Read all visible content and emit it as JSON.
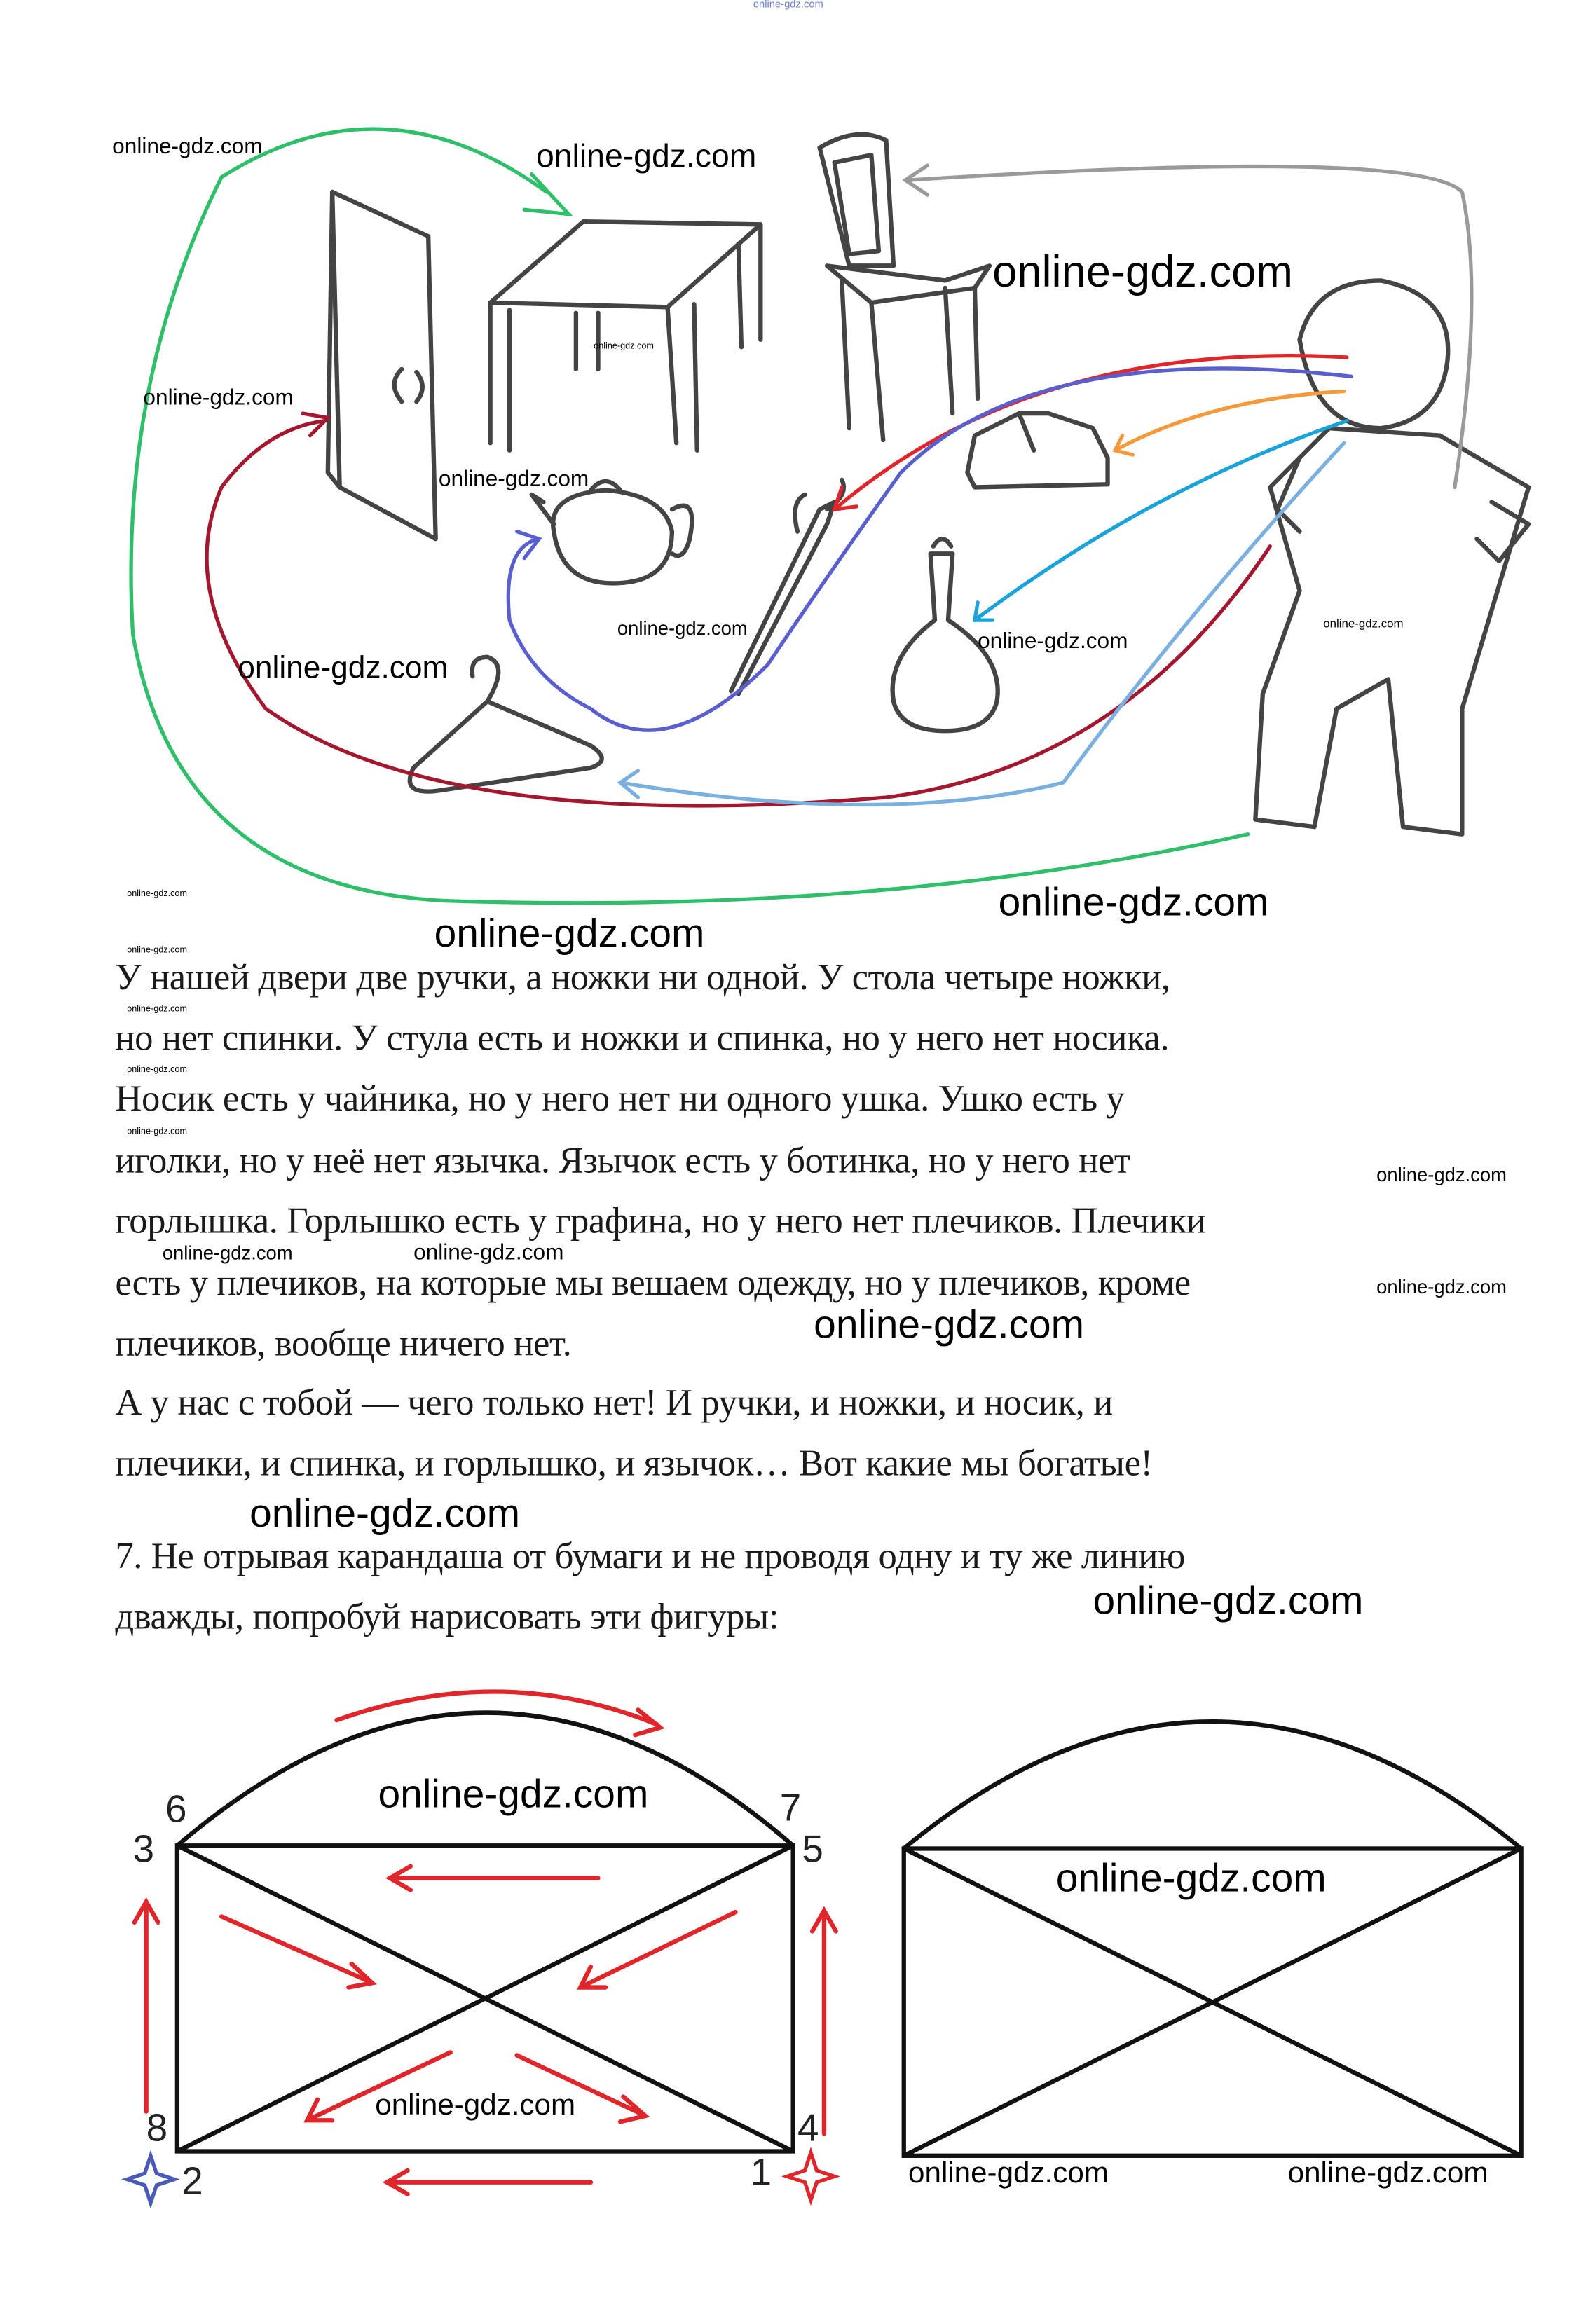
{
  "watermark": "online-gdz.com",
  "paragraph": [
    "У нашей двери две ручки, а ножки ни одной. У стола четыре ножки,",
    "но нет спинки. У стула есть и ножки и спинка, но у него нет носика.",
    "Носик есть у чайника, но у него нет ни одного ушка. Ушко есть у",
    "иголки, но у неё нет язычка. Язычок есть у ботинка, но у него нет",
    "горлышка. Горлышко есть у графина, но у него нет плечиков. Плечики",
    "есть у плечиков, на которые мы вешаем одежду, но у плечиков, кроме",
    "плечиков, вообще ничего нет.",
    "А у нас с тобой — чего только нет! И ручки, и ножки, и носик, и",
    "плечики, и спинка, и горлышко, и язычок… Вот какие мы богатые!"
  ],
  "task": [
    "7. Не отрывая карандаша от бумаги и не проводя одну и ту же линию",
    "дважды, попробуй нарисовать эти фигуры:"
  ],
  "figure_labels": [
    "1",
    "2",
    "3",
    "4",
    "5",
    "6",
    "7",
    "8"
  ],
  "colors": {
    "red": "#e0262b",
    "green": "#2fbf6a",
    "darkred": "#a3182e",
    "blue": "#5a5fd0",
    "orange": "#f59a3a",
    "cyan": "#1aa3d8",
    "lightblue": "#7ab0e0",
    "gray": "#9a9a9a",
    "star_blue": "#4a5ab8"
  }
}
